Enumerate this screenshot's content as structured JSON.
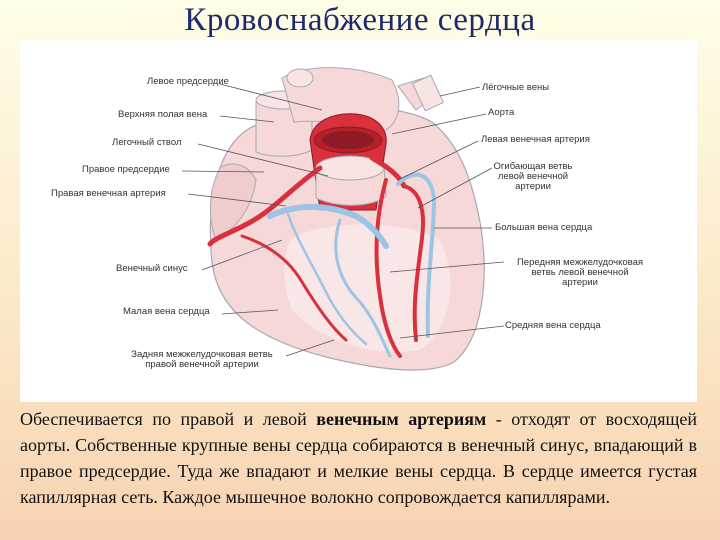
{
  "title": "Кровоснабжение сердца",
  "labels": {
    "left_atrium_top": "Левое предсердие",
    "superior_vena_cava": "Верхняя полая вена",
    "pulmonary_trunk": "Легочный ствол",
    "right_atrium": "Правое предсердие",
    "right_coronary_artery": "Правая венечная артерия",
    "coronary_sinus": "Венечный синус",
    "small_cardiac_vein": "Малая вена сердца",
    "posterior_interventricular_line1": "Задняя межжелудочковая ветвь",
    "posterior_interventricular_line2": "правой венечной артерии",
    "pulmonary_veins": "Лёгочные вены",
    "aorta": "Аорта",
    "left_coronary_artery": "Левая венечная артерия",
    "circumflex_line1": "Огибающая ветвь",
    "circumflex_line2": "левой венечной",
    "circumflex_line3": "артерии",
    "great_cardiac_vein": "Большая вена сердца",
    "anterior_interventricular_line1": "Передняя межжелудочковая",
    "anterior_interventricular_line2": "ветвь левой венечной",
    "anterior_interventricular_line3": "артерии",
    "middle_cardiac_vein": "Средняя вена сердца"
  },
  "body": {
    "part1": "Обеспечивается по правой и левой ",
    "bold": "венечным артериям",
    "part2": " - отходят от восходящей аорты. Собственные крупные вены сердца собираются в венечный синус, впадающий в правое предсердие. Туда же впадают и мелкие вены сердца. В сердце имеется густая капиллярная сеть. Каждое мышечное волокно сопровождается капиллярами."
  },
  "colors": {
    "heart_fill": "#f6d8d8",
    "artery": "#d8303c",
    "vein": "#9cc4e4",
    "title": "#1f2a6b"
  }
}
